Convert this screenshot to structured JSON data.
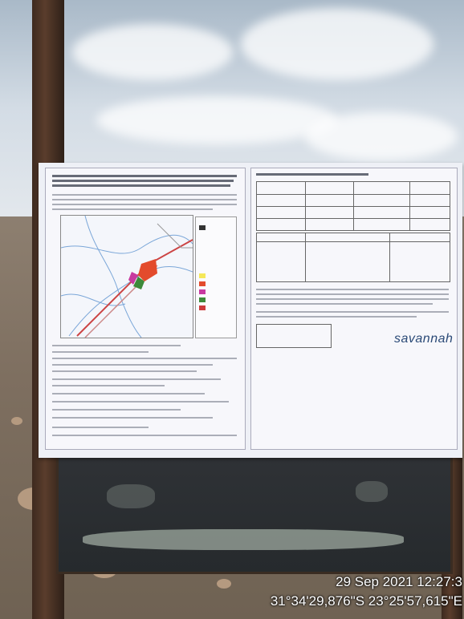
{
  "photo": {
    "description_kind": "outdoor photograph of a printed notice pinned to a metal board",
    "poster_logo_text": "savannah",
    "timestamp": {
      "date_time": "29 Sep 2021 12:27:3",
      "coordinates": "31°34'29,876\"S 23°25'57,615\"E"
    }
  }
}
